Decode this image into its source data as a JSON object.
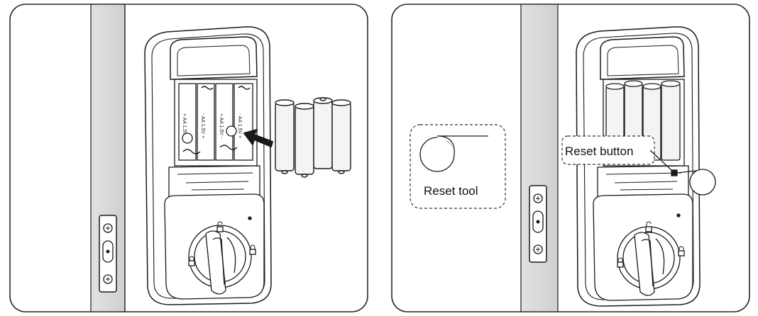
{
  "panels": [
    {
      "id": "battery-install",
      "labels": []
    },
    {
      "id": "reset",
      "labels": {
        "reset_tool": "Reset tool",
        "reset_button": "Reset button"
      }
    }
  ],
  "colors": {
    "stroke": "#1a1a1a",
    "door_edge": "#d9d9d9",
    "panel_border": "#2a2a2a",
    "fill": "#ffffff",
    "battery_fill": "#f4f4f4"
  },
  "icons": [
    "battery-icon",
    "arrow-icon",
    "lock-icon",
    "unlock-icon",
    "screw-icon",
    "thumbturn-icon"
  ]
}
